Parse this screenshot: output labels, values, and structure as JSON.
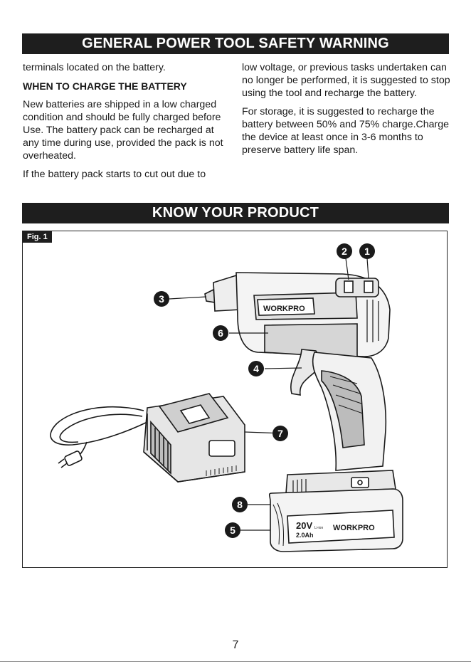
{
  "header": {
    "safety_title": "GENERAL POWER TOOL SAFETY WARNING"
  },
  "left_column": {
    "p1": "terminals located on the battery.",
    "heading": "WHEN TO CHARGE THE BATTERY",
    "p2": "New batteries are shipped in a low charged condition and should be fully charged before Use. The battery pack can be recharged at any time during use, provided the pack is not overheated.",
    "p3": "If the battery pack starts to cut out due to"
  },
  "right_column": {
    "p1": "low voltage, or previous tasks undertaken can no longer be performed, it is suggested to stop using the tool and recharge the battery.",
    "p2": "For storage, it is suggested to recharge the battery between 50% and 75% charge.Charge the device at least once in 3-6 months to preserve battery life span."
  },
  "product": {
    "title": "KNOW YOUR PRODUCT",
    "figure_label": "Fig. 1",
    "brand_tool": "WORKPRO",
    "brand_battery": "WORKPRO",
    "battery_voltage": "20V",
    "battery_chem": "Li-ion",
    "battery_capacity": "2.0Ah",
    "callouts": [
      "1",
      "2",
      "3",
      "4",
      "5",
      "6",
      "7",
      "8"
    ]
  },
  "footer": {
    "page_number": "7"
  }
}
